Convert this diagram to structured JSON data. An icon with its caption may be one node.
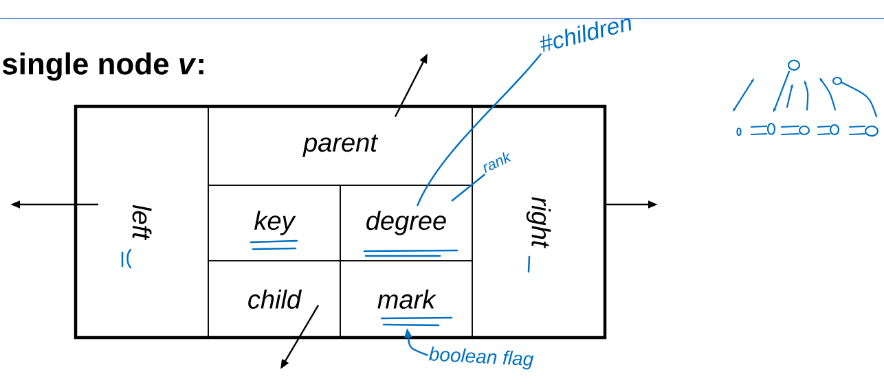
{
  "diagram": {
    "title": "single node *v*:",
    "nodes": [
      {
        "text": [],
        "shape": "box"
      },
      {
        "text": [
          "left"
        ],
        "in": 0
      },
      {
        "text": [
          "parent"
        ],
        "in": 0
      },
      {
        "text": [
          "key"
        ],
        "in": 0
      },
      {
        "text": [
          "degree"
        ],
        "in": 0
      },
      {
        "text": [
          "child"
        ],
        "in": 0
      },
      {
        "text": [
          "mark"
        ],
        "in": 0
      },
      {
        "text": [
          "right"
        ],
        "in": 0
      },
      {
        "text": [
          "#children"
        ]
      },
      {
        "text": [
          "rank"
        ],
        "in": 7
      },
      {
        "text": [
          "boolean flag"
        ]
      }
    ],
    "edges": [
      {
        "from": 1,
        "to": null,
        "arrow": "to"
      },
      {
        "from": 2,
        "to": null,
        "arrow": "to"
      },
      {
        "from": 5,
        "to": null,
        "arrow": "to"
      },
      {
        "from": 7,
        "to": null,
        "arrow": "to"
      },
      {
        "from": 8,
        "to": 4,
        "arrow": "none",
        "color": "#0070c0"
      },
      {
        "from": 9,
        "to": 4,
        "arrow": "none",
        "color": "#0070c0"
      },
      {
        "from": 10,
        "to": 6,
        "arrow": "to",
        "color": "#0070c0"
      }
    ]
  }
}
